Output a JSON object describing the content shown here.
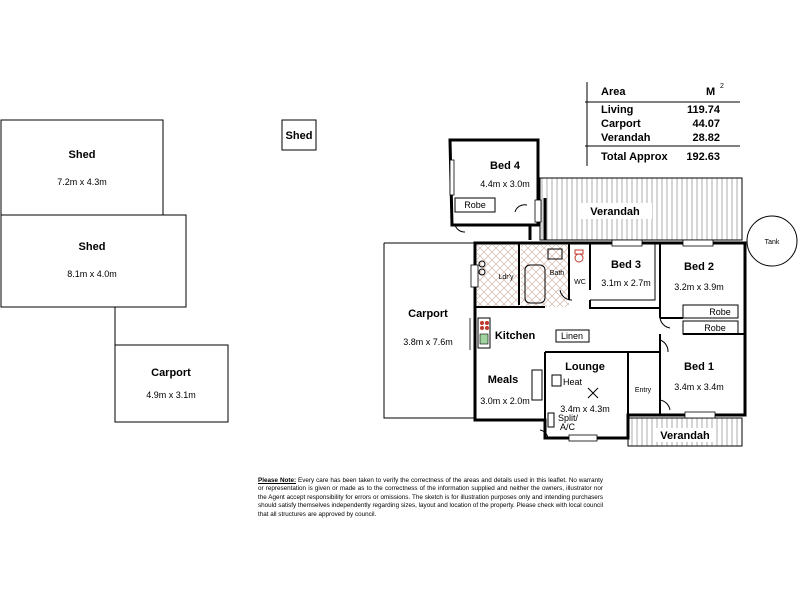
{
  "area_table": {
    "header_label": "Area",
    "header_unit": "M",
    "header_sup": "2",
    "rows": [
      {
        "label": "Living",
        "value": "119.74"
      },
      {
        "label": "Carport",
        "value": "44.07"
      },
      {
        "label": "Verandah",
        "value": "28.82"
      }
    ],
    "total_label": "Total Approx",
    "total_value": "192.63"
  },
  "outbuildings": {
    "shed_large": {
      "name": "Shed",
      "size": "7.2m x 4.3m"
    },
    "shed_second": {
      "name": "Shed",
      "size": "8.1m x 4.0m"
    },
    "shed_small": {
      "name": "Shed"
    },
    "carport_detached": {
      "name": "Carport",
      "size": "4.9m x 3.1m"
    }
  },
  "rooms": {
    "bed4": {
      "name": "Bed 4",
      "size": "4.4m x 3.0m"
    },
    "robe_bed4": {
      "name": "Robe"
    },
    "verandah_top": {
      "name": "Verandah"
    },
    "tank": {
      "name": "Tank"
    },
    "laundry": {
      "name": "Ldr'y"
    },
    "bath": {
      "name": "Bath"
    },
    "wc": {
      "name": "WC"
    },
    "bed3": {
      "name": "Bed 3",
      "size": "3.1m x 2.7m"
    },
    "bed2": {
      "name": "Bed 2",
      "size": "3.2m x 3.9m"
    },
    "robe_bed2a": {
      "name": "Robe"
    },
    "robe_bed2b": {
      "name": "Robe"
    },
    "carport_main": {
      "name": "Carport",
      "size": "3.8m x 7.6m"
    },
    "kitchen": {
      "name": "Kitchen"
    },
    "linen": {
      "name": "Linen"
    },
    "lounge": {
      "name": "Lounge",
      "size": "3.4m x 4.3m"
    },
    "heat": {
      "name": "Heat"
    },
    "meals": {
      "name": "Meals",
      "size": "3.0m x 2.0m"
    },
    "entry": {
      "name": "Entry"
    },
    "bed1": {
      "name": "Bed 1",
      "size": "3.4m x 3.4m"
    },
    "split_ac_1": {
      "name": "Split/"
    },
    "split_ac_2": {
      "name": "A/C"
    },
    "verandah_bottom": {
      "name": "Verandah"
    }
  },
  "note": {
    "heading": "Please Note:",
    "body": " Every care has been taken to verify the correctness of the areas and details used in this leaflet. No warranty or representation is given or made as to the correctness of the information supplied and neither the owners, illustrator nor the Agent accept responsibility for errors or omissions. The sketch is for illustration purposes only and intending purchasers should satisfy themselves independently regarding sizes, layout and location of the property. Please check with local council that all structures are approved by council."
  }
}
